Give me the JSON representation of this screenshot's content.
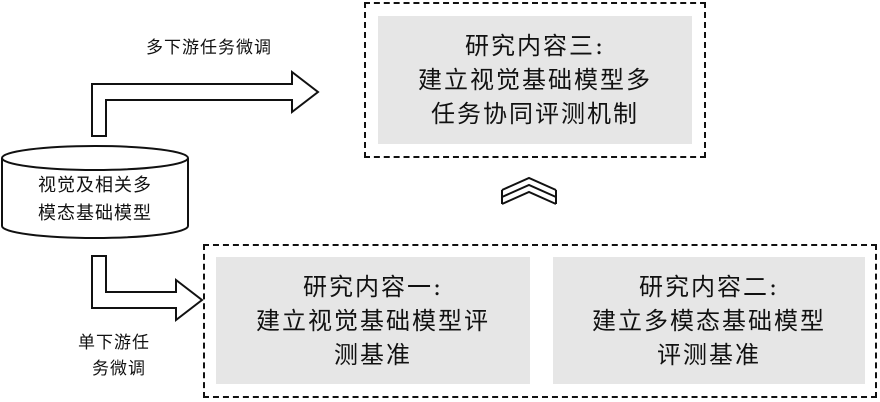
{
  "source_node": {
    "line1": "视觉及相关多",
    "line2": "模态基础模型"
  },
  "arrow_top_label": "多下游任务微调",
  "arrow_bottom_label": {
    "line1": "单下游任",
    "line2": "务微调"
  },
  "research3": {
    "line1": "研究内容三:",
    "line2": "建立视觉基础模型多",
    "line3": "任务协同评测机制"
  },
  "research1": {
    "line1": "研究内容一:",
    "line2": "建立视觉基础模型评",
    "line3": "测基准"
  },
  "research2": {
    "line1": "研究内容二:",
    "line2": "建立多模态基础模型",
    "line3": "评测基准"
  },
  "colors": {
    "stroke": "#111111",
    "box_fill": "#e6e6e6",
    "background": "#ffffff"
  }
}
